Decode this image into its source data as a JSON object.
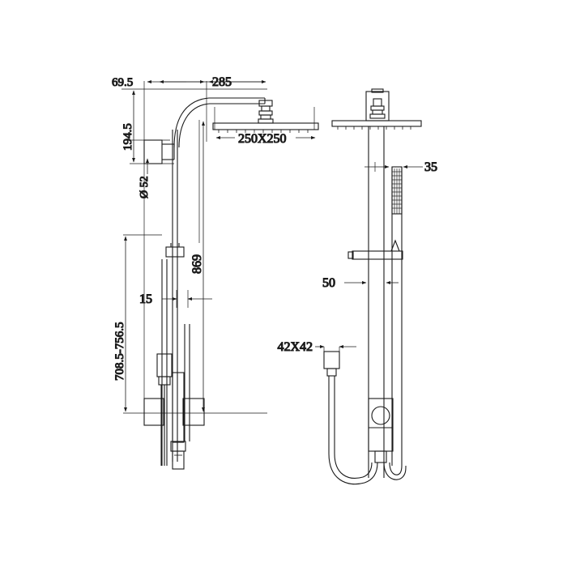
{
  "drawing": {
    "title": "Shower Column Set Technical Drawing",
    "background_color": "#ffffff",
    "line_color": "#1a1a1a",
    "views": [
      {
        "name": "front-elevation-view",
        "label": ""
      },
      {
        "name": "side-elevation-view",
        "label": ""
      }
    ]
  },
  "dimensions": {
    "wall_offset": "69.5",
    "arm_reach": "285",
    "inlet_drop": "194.5",
    "inlet_diameter": "Ø 52",
    "head_size": "250X250",
    "rail_range": "708.5-756.5",
    "rail_thickness": "15",
    "overall_height": "869",
    "handset_offset": "35",
    "bracket_offset": "50",
    "body_size": "42X42"
  },
  "icons": {
    "shower_head": "shower-head-icon",
    "hand_shower": "hand-shower-icon",
    "mixer_valve": "mixer-valve-icon",
    "wall_flange": "wall-flange-icon",
    "hose": "hose-icon"
  }
}
